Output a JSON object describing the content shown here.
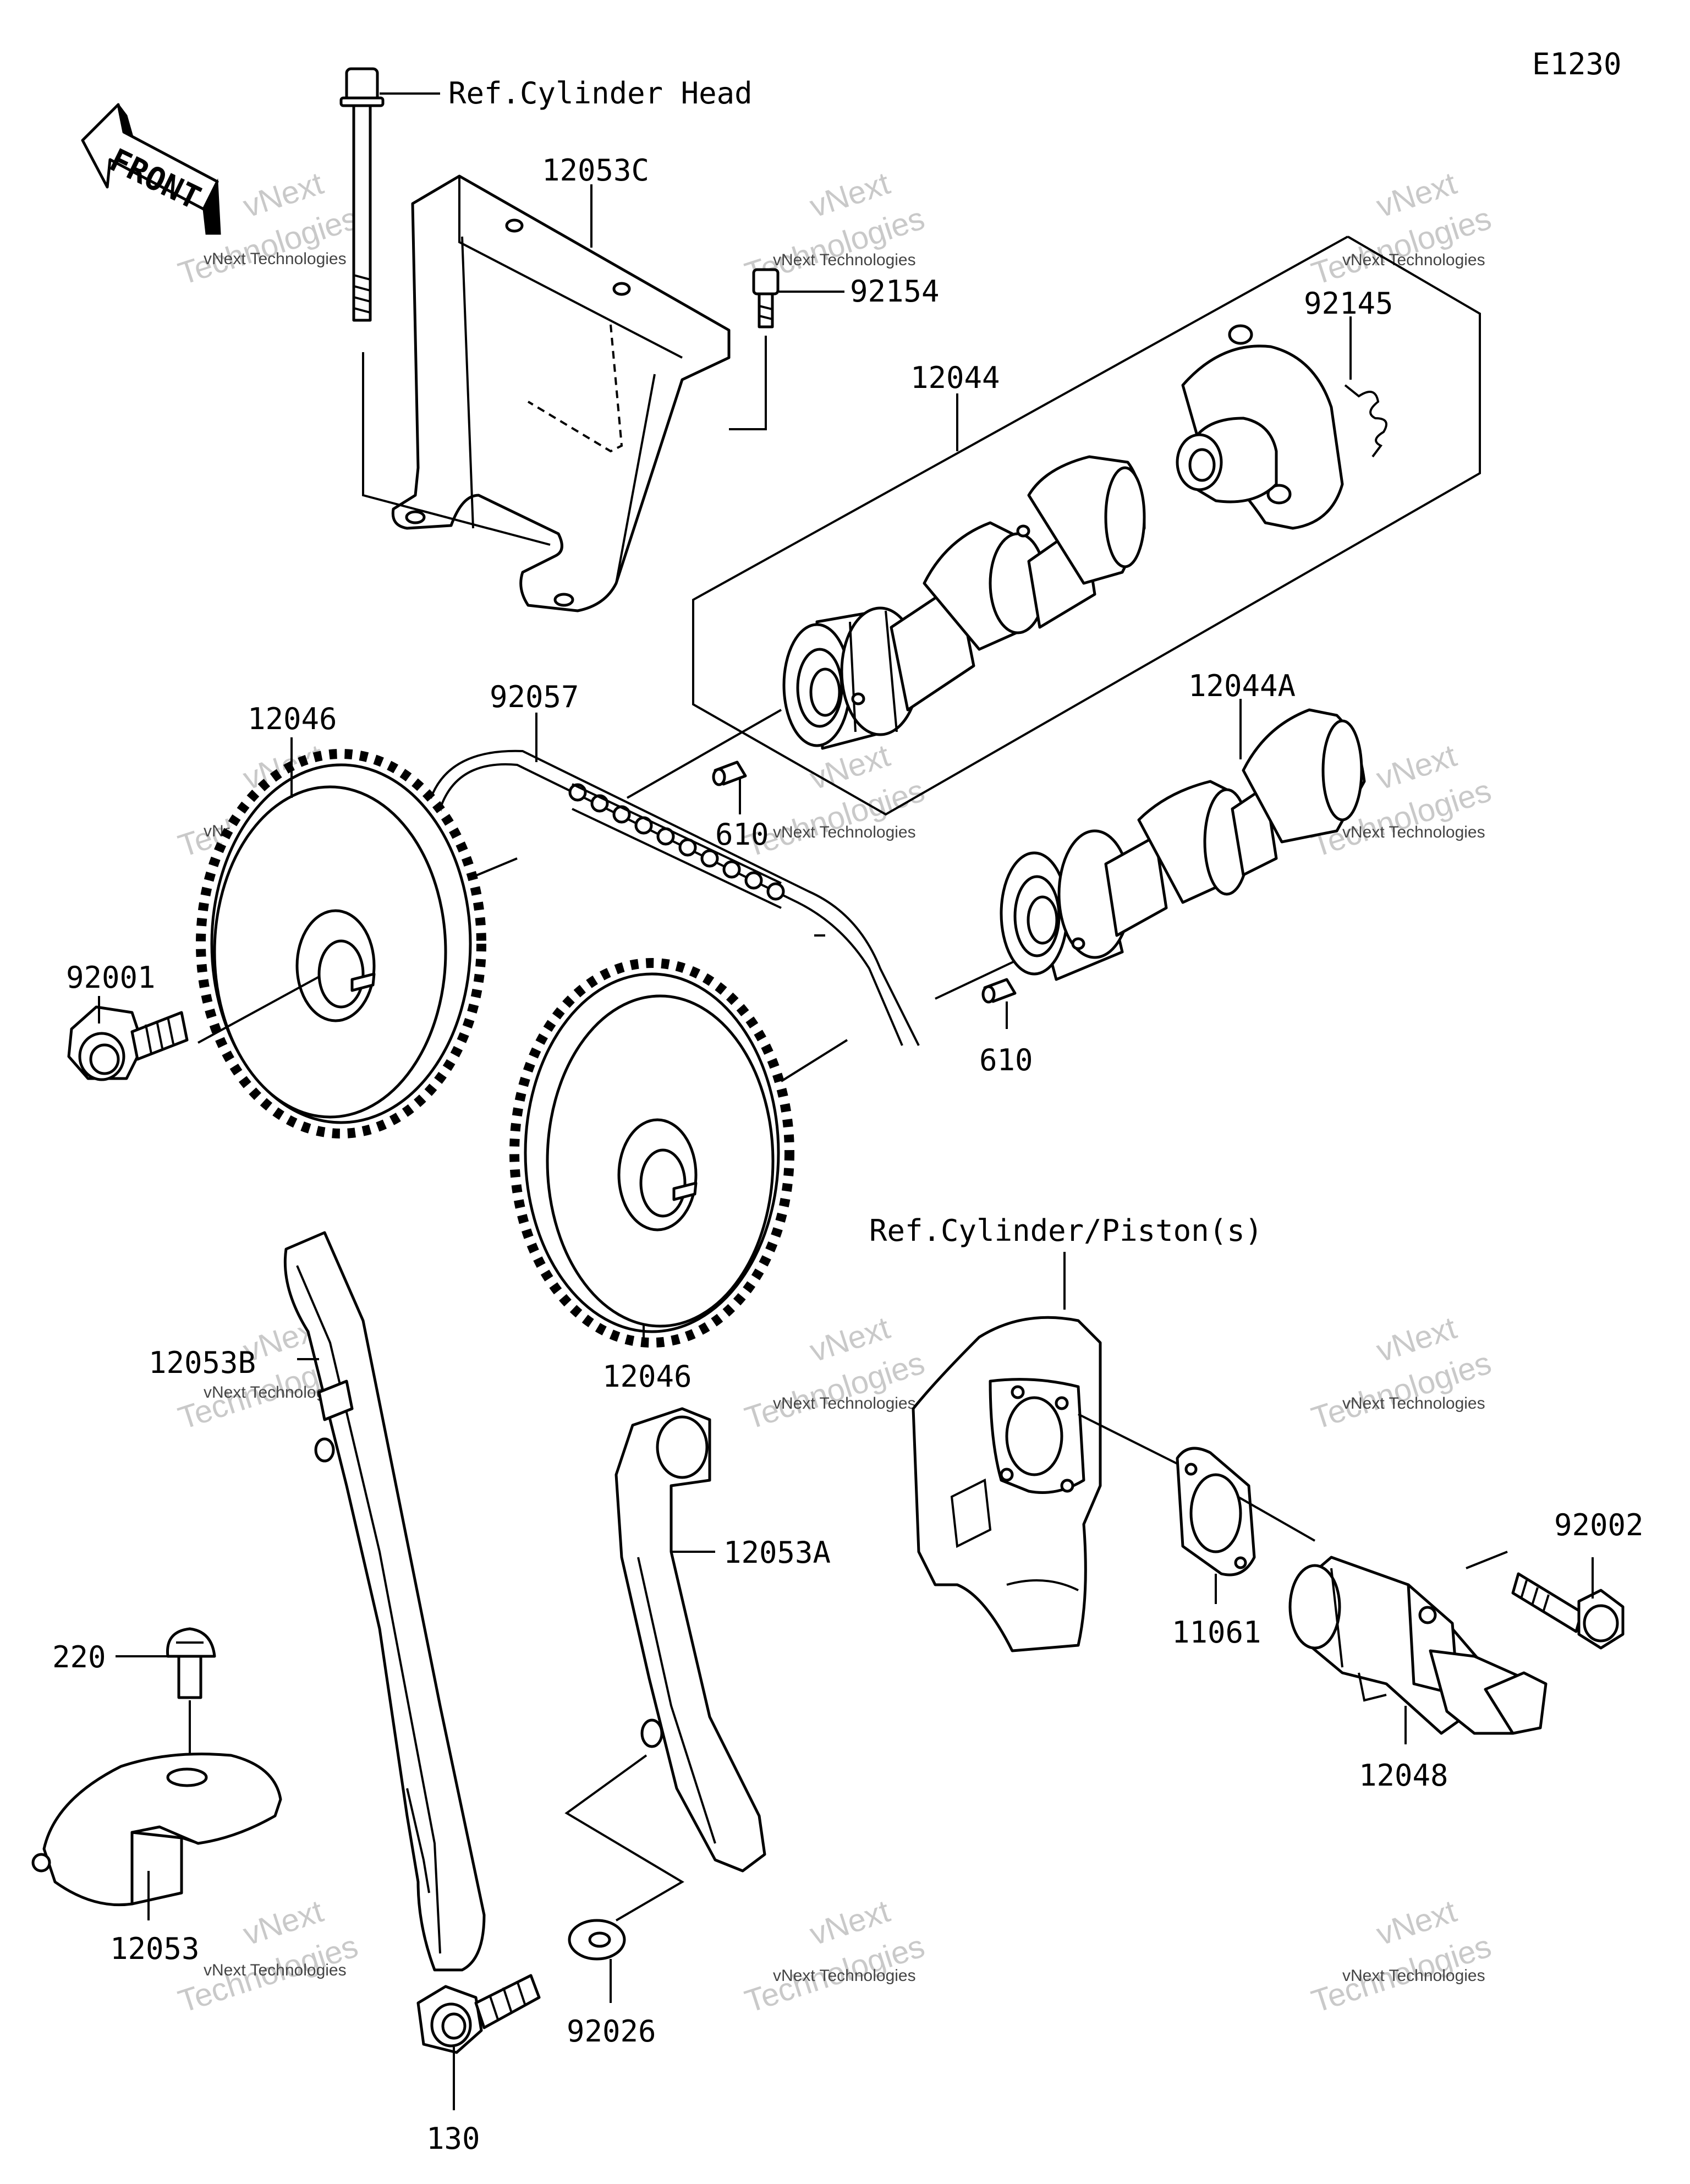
{
  "diagram_code": "E1230",
  "front_label": "FRONT",
  "references": {
    "cylinder_head": "Ref.Cylinder Head",
    "cylinder_piston": "Ref.Cylinder/Piston(s)"
  },
  "parts": {
    "p12053C": "12053C",
    "p92154": "92154",
    "p92145": "92145",
    "p12044": "12044",
    "p92057": "92057",
    "p12046_top": "12046",
    "p12044A": "12044A",
    "p610_top": "610",
    "p92001": "92001",
    "p610_bottom": "610",
    "p12046_bottom": "12046",
    "p12053B": "12053B",
    "p12053A": "12053A",
    "p11061": "11061",
    "p92002": "92002",
    "p220": "220",
    "p12048": "12048",
    "p12053": "12053",
    "p92026": "92026",
    "p130": "130"
  },
  "watermark": {
    "small": "vNext Technologies",
    "big_1": "vNext",
    "big_2": "Technologies"
  }
}
